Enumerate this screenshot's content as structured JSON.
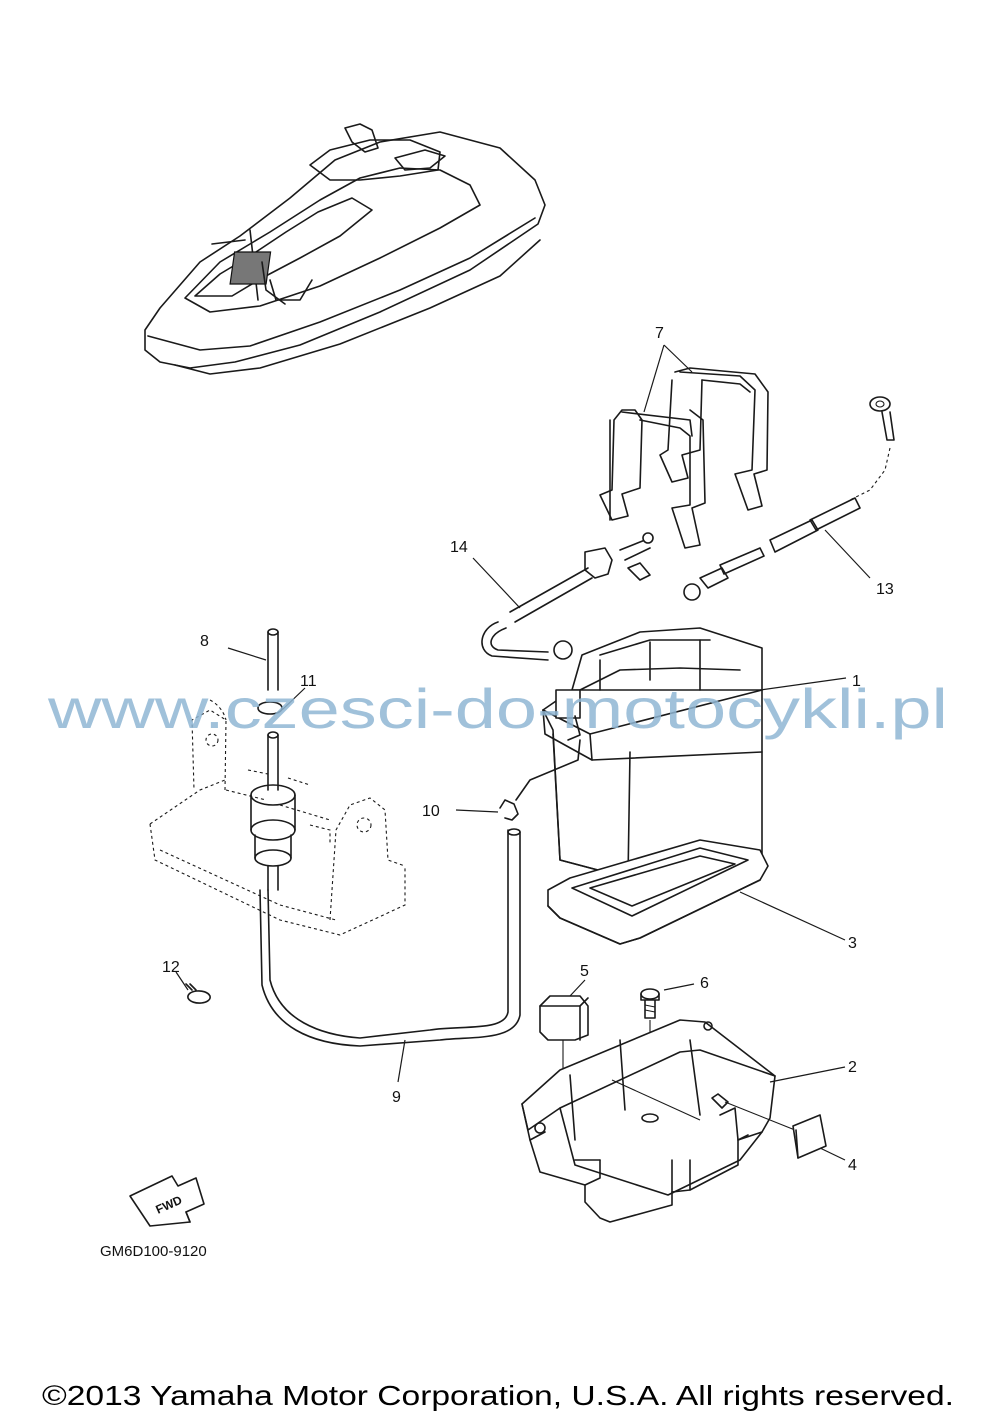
{
  "diagram": {
    "part_labels": {
      "p1": "1",
      "p2": "2",
      "p3": "3",
      "p4": "4",
      "p5": "5",
      "p6": "6",
      "p7": "7",
      "p8": "8",
      "p9": "9",
      "p10": "10",
      "p11": "11",
      "p12": "12",
      "p13": "13",
      "p14": "14"
    },
    "drawing_code": "GM6D100-9120",
    "fwd_label": "FWD",
    "watermark": "www.czesci-do-motocykli.pl",
    "copyright": "©2013 Yamaha Motor Corporation, U.S.A. All rights reserved."
  }
}
